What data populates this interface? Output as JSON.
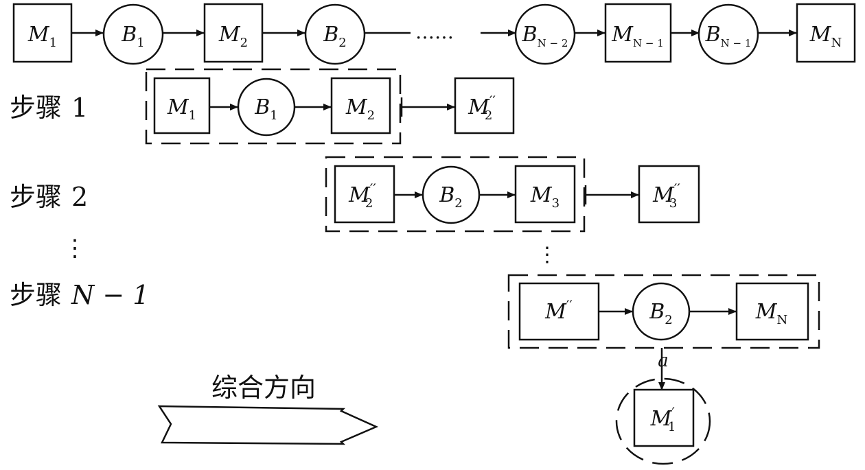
{
  "chain": {
    "m1": {
      "base": "M",
      "sub": "1",
      "sup": ""
    },
    "b1": {
      "base": "B",
      "sub": "1",
      "sup": ""
    },
    "m2": {
      "base": "M",
      "sub": "2",
      "sup": ""
    },
    "b2": {
      "base": "B",
      "sub": "2",
      "sup": ""
    },
    "dots": "……",
    "bn2": {
      "base": "B",
      "sub": "N − 2",
      "sup": ""
    },
    "mn1": {
      "base": "M",
      "sub": "N − 1",
      "sup": ""
    },
    "bn1": {
      "base": "B",
      "sub": "N − 1",
      "sup": ""
    },
    "mn": {
      "base": "M",
      "sub": "N",
      "sup": ""
    }
  },
  "step1": {
    "label_cn": "步骤",
    "label_num": "1",
    "m1": {
      "base": "M",
      "sub": "1",
      "sup": ""
    },
    "b1": {
      "base": "B",
      "sub": "1",
      "sup": ""
    },
    "m2": {
      "base": "M",
      "sub": "2",
      "sup": ""
    },
    "result": {
      "base": "M",
      "sub": "2",
      "sup": "′′"
    }
  },
  "step2": {
    "label_cn": "步骤",
    "label_num": "2",
    "m2pp": {
      "base": "M",
      "sub": "2",
      "sup": "′′"
    },
    "b2": {
      "base": "B",
      "sub": "2",
      "sup": ""
    },
    "m3": {
      "base": "M",
      "sub": "3",
      "sup": ""
    },
    "result": {
      "base": "M",
      "sub": "3",
      "sup": "′′"
    }
  },
  "vdots": "⋮",
  "stepN": {
    "label_cn": "步骤",
    "label_num": "N − 1",
    "mpp": {
      "base": "M",
      "sub": "",
      "sup": "′′"
    },
    "b2": {
      "base": "B",
      "sub": "2",
      "sup": ""
    },
    "mn": {
      "base": "M",
      "sub": "N",
      "sup": ""
    },
    "edge_label": "a",
    "final": {
      "base": "M",
      "sub": "1",
      "sup": "′"
    }
  },
  "direction_label": "综合方向"
}
